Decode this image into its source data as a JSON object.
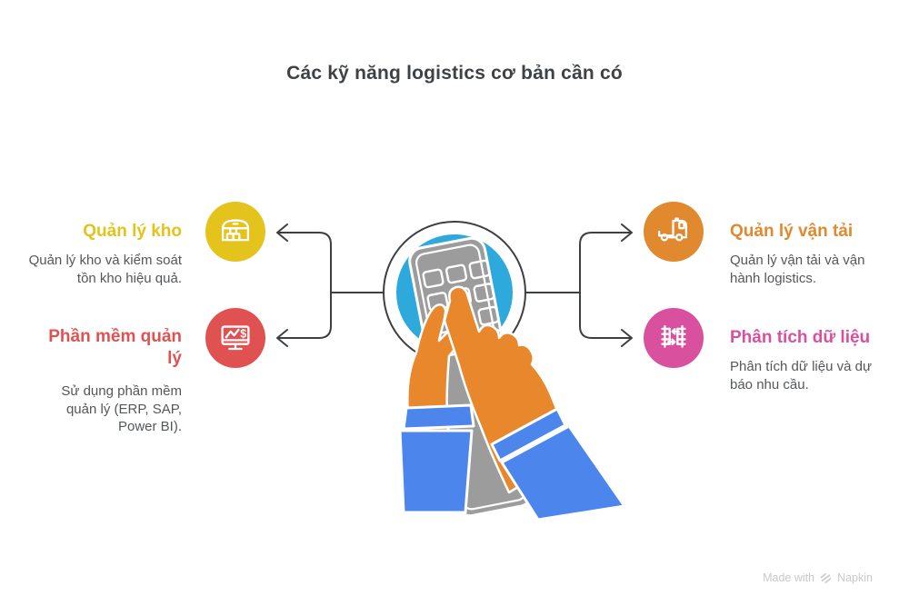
{
  "title": "Các kỹ năng logistics cơ bản cần có",
  "branches": {
    "warehouse": {
      "heading": "Quản lý kho",
      "description": "Quản lý kho và kiểm soát tồn kho hiệu quả.",
      "accent": "#E4C31D",
      "icon": "warehouse-icon"
    },
    "software": {
      "heading": "Phần mềm quản lý",
      "description": "Sử dụng phần mềm quản lý (ERP, SAP, Power BI).",
      "accent": "#E05252",
      "icon": "monitor-chart-icon"
    },
    "transport": {
      "heading": "Quản lý vận tải",
      "description": "Quản lý vận tải và vận hành logistics.",
      "accent": "#E0892F",
      "icon": "truck-icon"
    },
    "analytics": {
      "heading": "Phân tích dữ liệu",
      "description": "Phân tích dữ liệu và dự báo nhu cầu.",
      "accent": "#D9509E",
      "icon": "data-transfer-icon"
    }
  },
  "footer": {
    "made_with": "Made with",
    "brand": "Napkin"
  },
  "colors": {
    "title_text": "#3F4245",
    "body_text": "#54575A",
    "connector": "#3D4043",
    "center_circle": "#2EA9DB",
    "device_gray": "#9C9C9C",
    "hands_orange": "#E8872B",
    "sleeves_blue": "#4C86EC",
    "footer_text": "#C7C9CB"
  }
}
